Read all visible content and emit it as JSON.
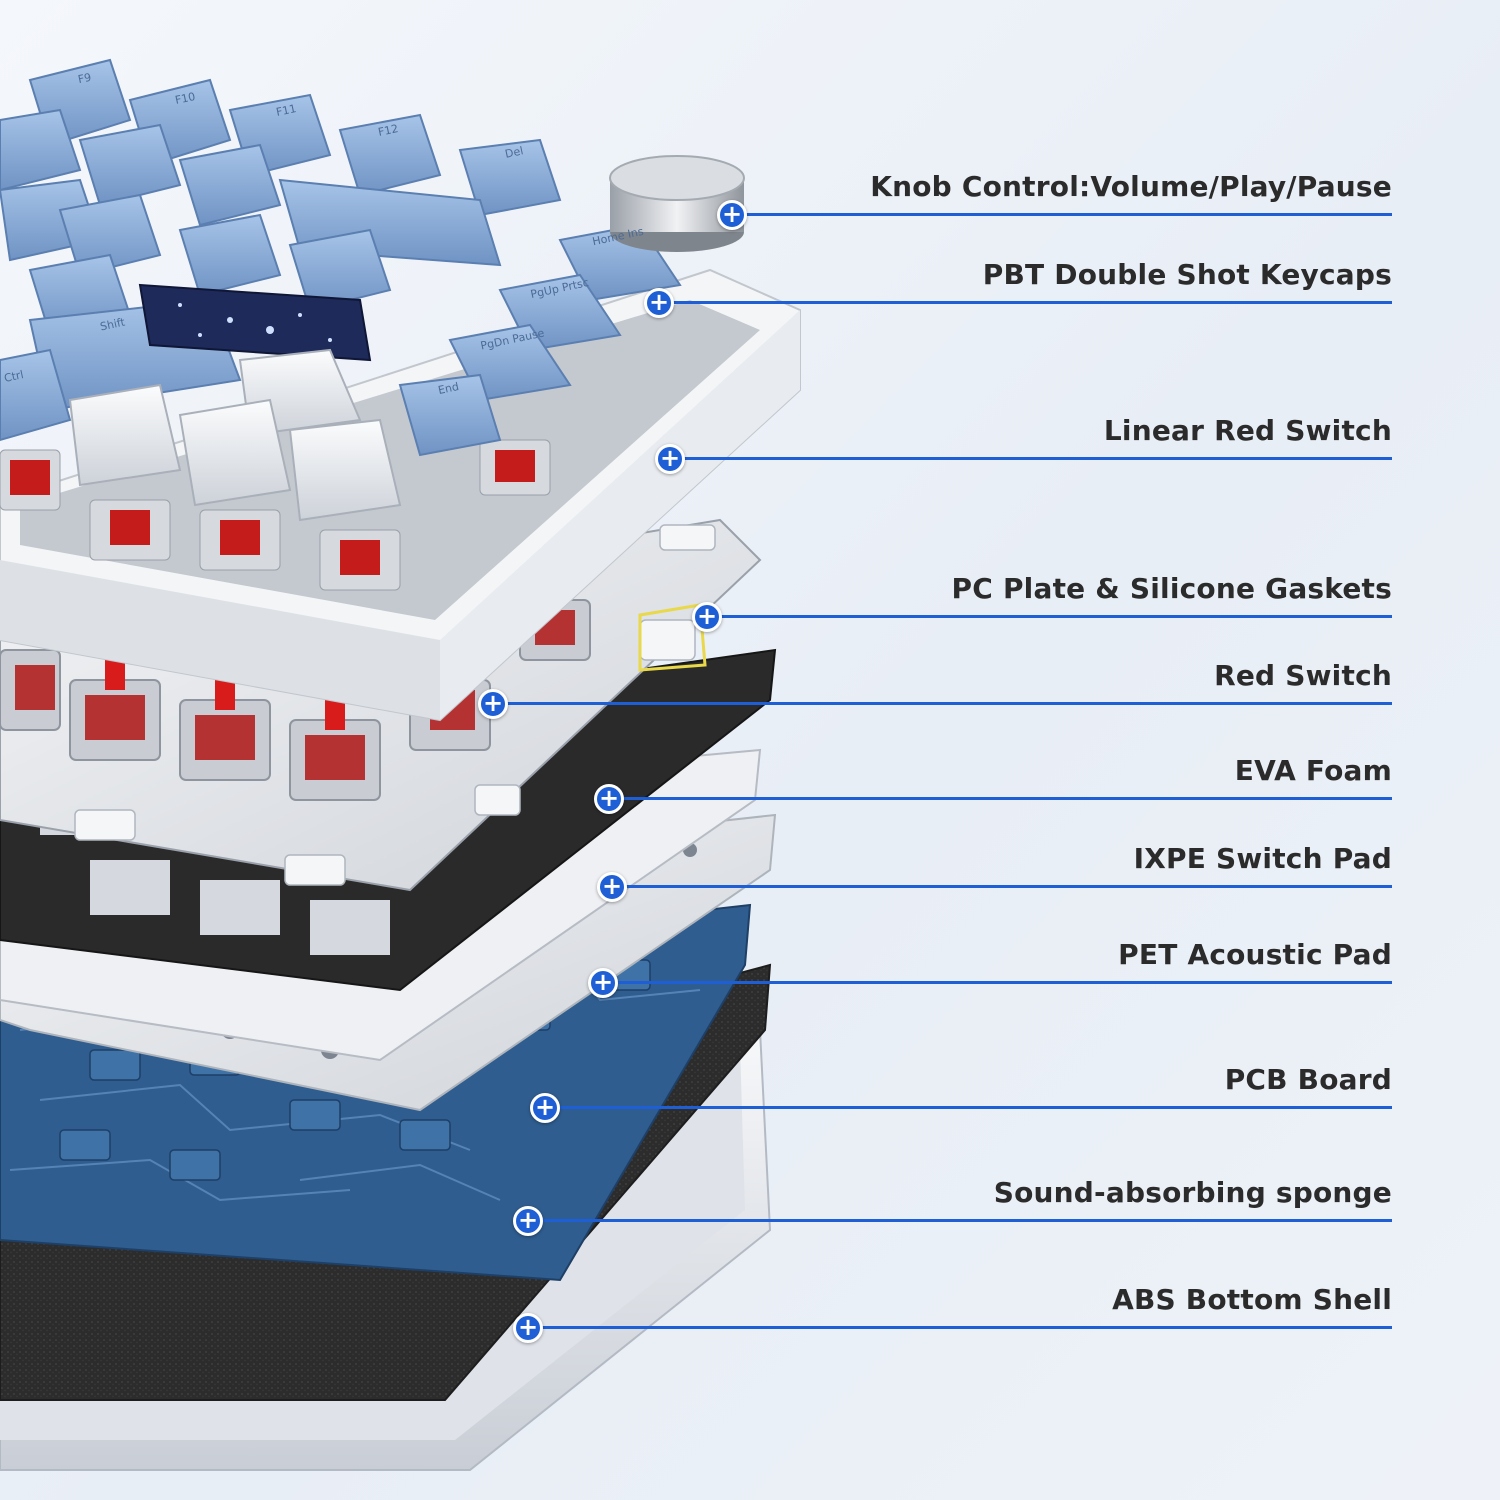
{
  "colors": {
    "accent": "#1f5fd6",
    "label_text": "#2b2b2b",
    "keycap_blue": "#8eb2de",
    "keycap_white": "#eef1f5",
    "switch_red": "#d81c1c",
    "foam_black": "#2a2a2a",
    "pcb_blue": "#2f5d8f"
  },
  "callouts": [
    {
      "label": "Knob Control:Volume/Play/Pause",
      "icon": "plus-icon"
    },
    {
      "label": "PBT Double Shot Keycaps",
      "icon": "plus-icon"
    },
    {
      "label": "Linear Red Switch",
      "icon": "plus-icon"
    },
    {
      "label": "PC Plate & Silicone Gaskets",
      "icon": "plus-icon"
    },
    {
      "label": "Red Switch",
      "icon": "plus-icon"
    },
    {
      "label": "EVA Foam",
      "icon": "plus-icon"
    },
    {
      "label": "IXPE Switch Pad",
      "icon": "plus-icon"
    },
    {
      "label": "PET Acoustic Pad",
      "icon": "plus-icon"
    },
    {
      "label": "PCB Board",
      "icon": "plus-icon"
    },
    {
      "label": "Sound-absorbing sponge",
      "icon": "plus-icon"
    },
    {
      "label": "ABS Bottom Shell",
      "icon": "plus-icon"
    }
  ],
  "keycaps": [
    "F9",
    "F10",
    "F11",
    "F12",
    "Del",
    "Home Ins",
    "PgUp Prtsc",
    "PgDn Pause",
    "End",
    "Shift",
    "Ctrl"
  ]
}
